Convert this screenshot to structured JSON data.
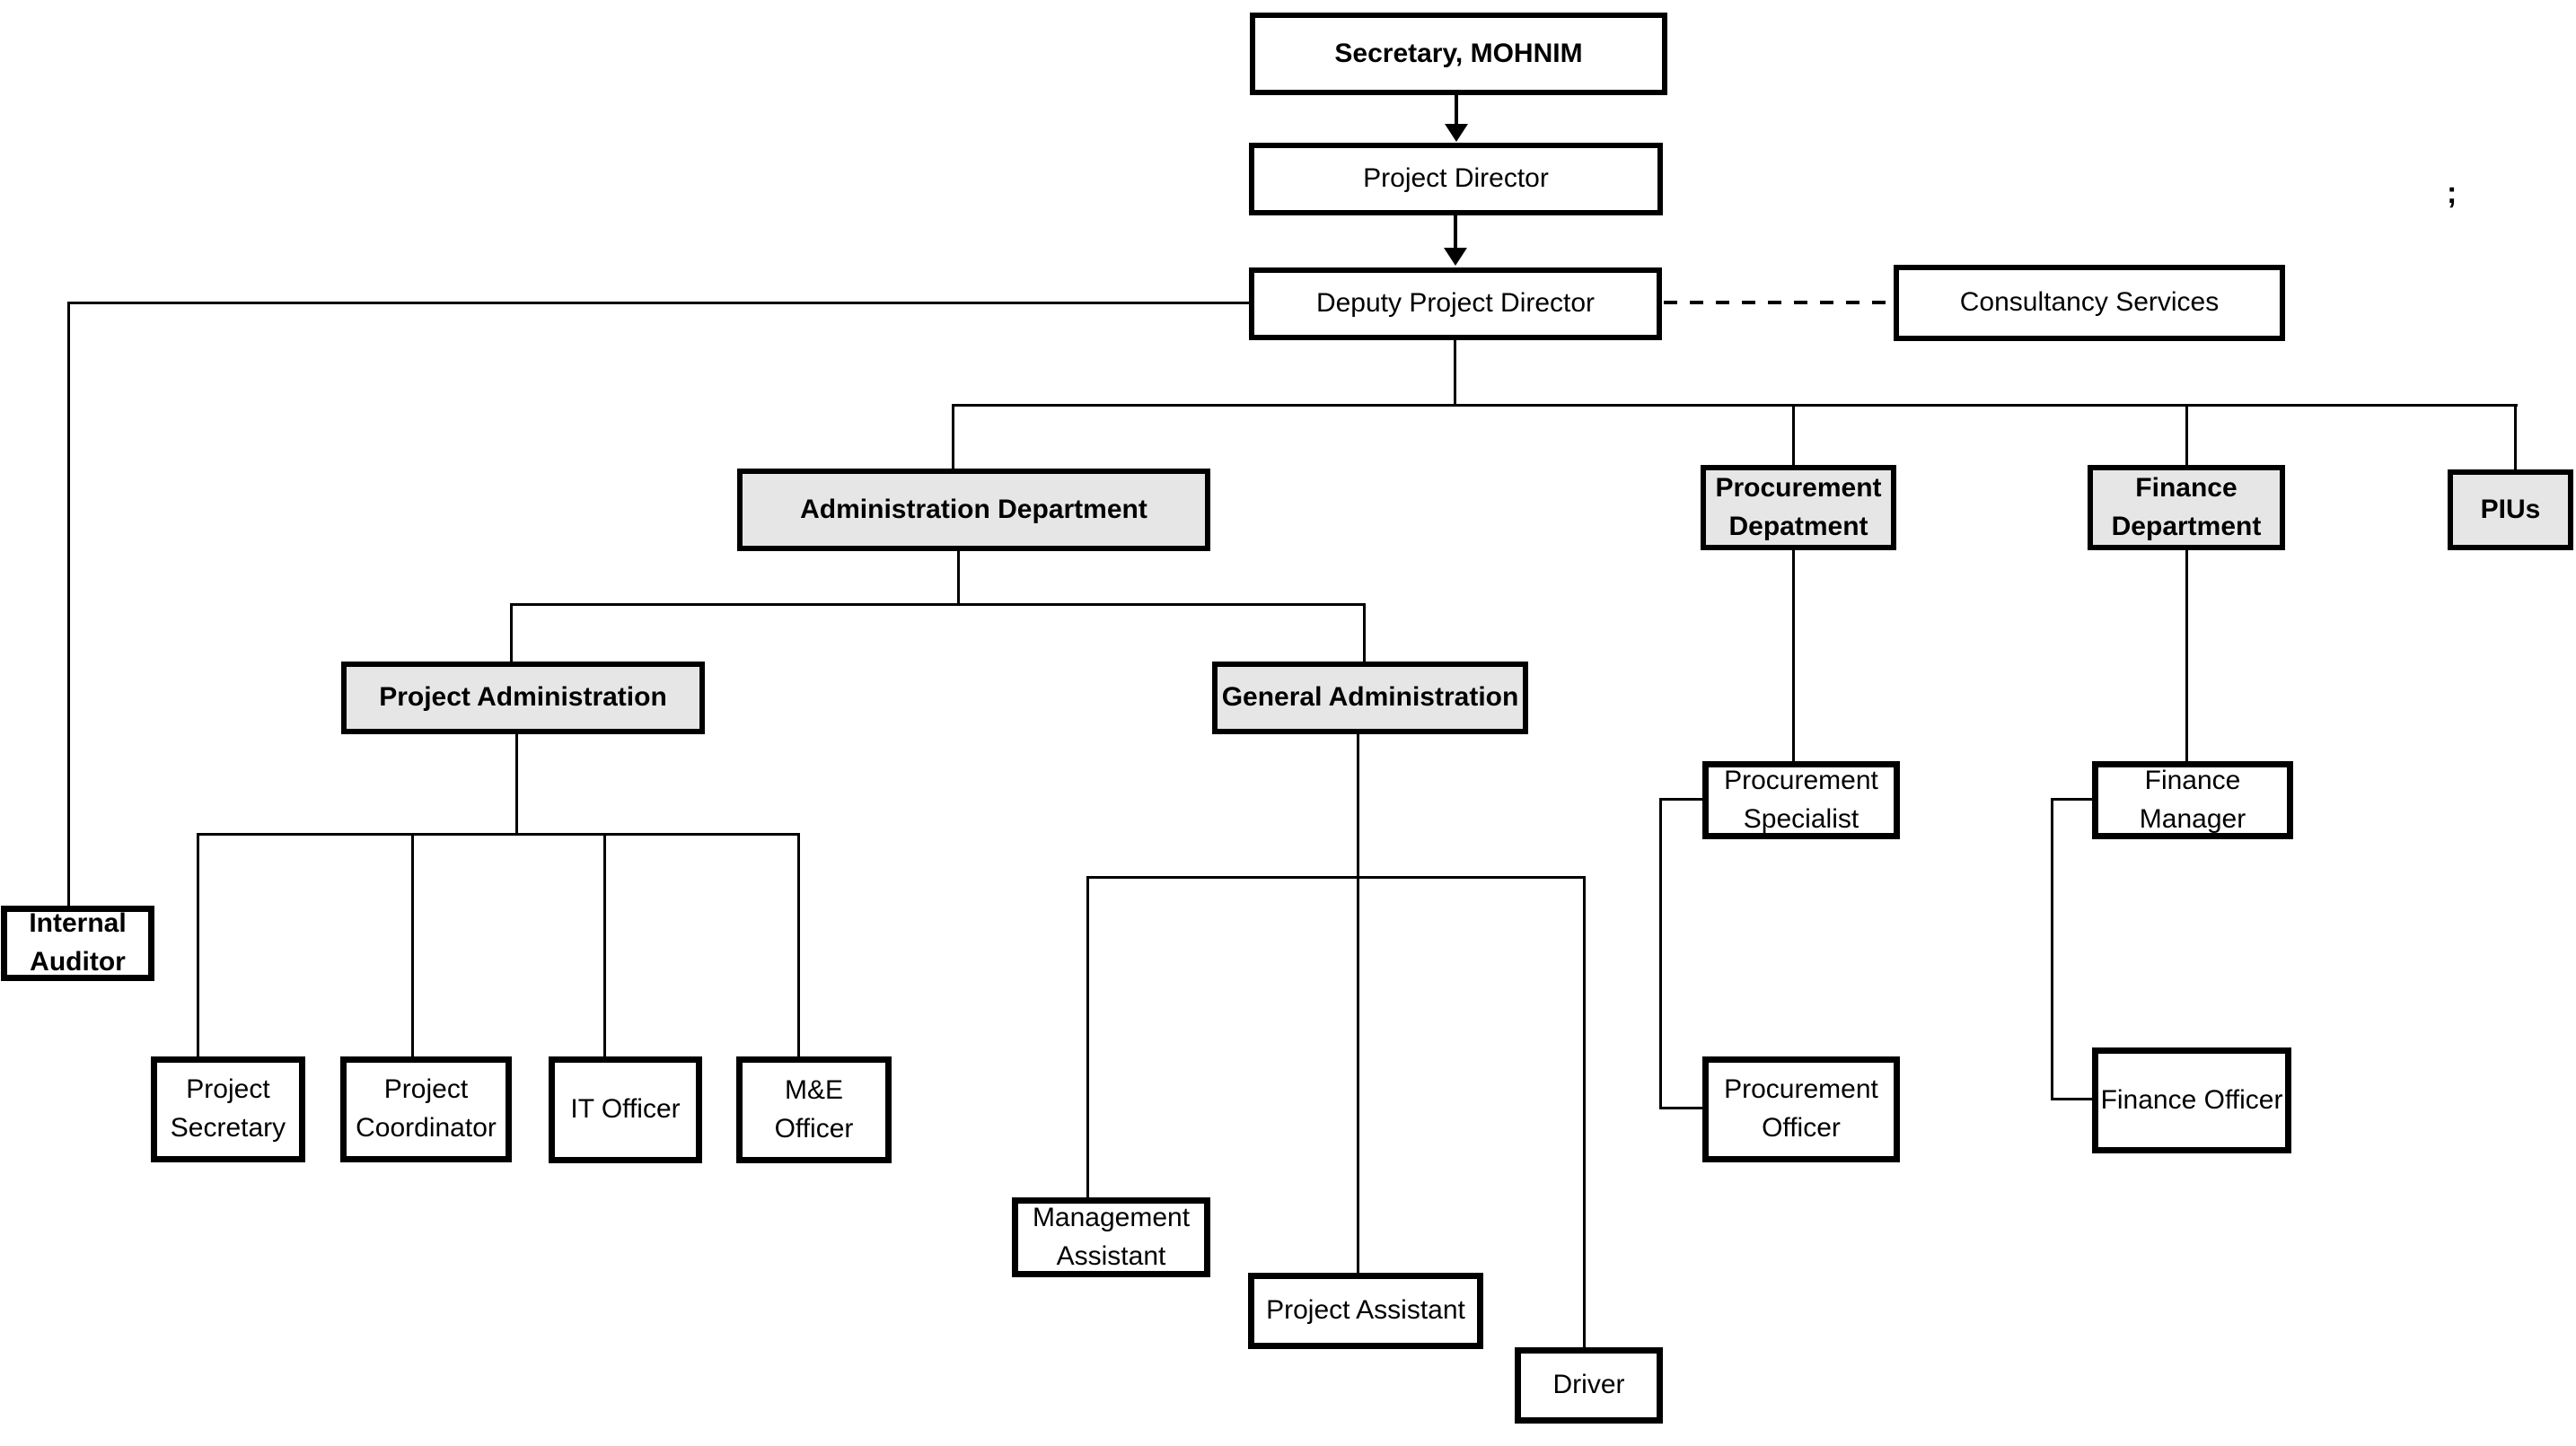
{
  "document_title": "Project organizational chart",
  "stray_character": ";",
  "colors": {
    "background": "#ffffff",
    "box_border": "#000000",
    "department_fill": "#e6e6e6",
    "staff_fill": "#ffffff",
    "line": "#000000",
    "text": "#000000"
  },
  "nodes": {
    "secretary": {
      "label": "Secretary, MOHNIM",
      "emphasis": "bold"
    },
    "project_director": {
      "label": "Project Director",
      "emphasis": "regular"
    },
    "deputy_project_director": {
      "label": "Deputy Project Director",
      "emphasis": "regular"
    },
    "consultancy_services": {
      "label": "Consultancy Services",
      "emphasis": "regular"
    },
    "administration_department": {
      "label": "Administration Department",
      "emphasis": "bold"
    },
    "procurement_department": {
      "label": "Procurement\nDepatment",
      "emphasis": "bold"
    },
    "finance_department": {
      "label": "Finance\nDepartment",
      "emphasis": "bold"
    },
    "pius": {
      "label": "PIUs",
      "emphasis": "bold"
    },
    "project_administration": {
      "label": "Project Administration",
      "emphasis": "bold"
    },
    "general_administration": {
      "label": "General Administration",
      "emphasis": "bold"
    },
    "internal_auditor": {
      "label": "Internal\nAuditor",
      "emphasis": "bold"
    },
    "project_secretary": {
      "label": "Project\nSecretary",
      "emphasis": "regular"
    },
    "project_coordinator": {
      "label": "Project\nCoordinator",
      "emphasis": "regular"
    },
    "it_officer": {
      "label": "IT Officer",
      "emphasis": "regular"
    },
    "me_officer": {
      "label": "M&E\nOfficer",
      "emphasis": "regular"
    },
    "management_assistant": {
      "label": "Management\nAssistant",
      "emphasis": "regular"
    },
    "project_assistant": {
      "label": "Project Assistant",
      "emphasis": "regular"
    },
    "driver": {
      "label": "Driver",
      "emphasis": "regular"
    },
    "procurement_specialist": {
      "label": "Procurement\nSpecialist",
      "emphasis": "regular"
    },
    "procurement_officer": {
      "label": "Procurement\nOfficer",
      "emphasis": "regular"
    },
    "finance_manager": {
      "label": "Finance\nManager",
      "emphasis": "regular"
    },
    "finance_officer": {
      "label": "Finance Officer",
      "emphasis": "regular"
    }
  },
  "edges": [
    {
      "from": "Secretary, MOHNIM",
      "to": "Project Director",
      "style": "solid-arrow"
    },
    {
      "from": "Project Director",
      "to": "Deputy Project Director",
      "style": "solid-arrow"
    },
    {
      "from": "Deputy Project Director",
      "to": "Consultancy Services",
      "style": "dashed"
    },
    {
      "from": "Deputy Project Director",
      "to": "Internal Auditor",
      "style": "solid"
    },
    {
      "from": "Deputy Project Director",
      "to": "Administration Department",
      "style": "solid"
    },
    {
      "from": "Deputy Project Director",
      "to": "Procurement Depatment",
      "style": "solid"
    },
    {
      "from": "Deputy Project Director",
      "to": "Finance Department",
      "style": "solid"
    },
    {
      "from": "Deputy Project Director",
      "to": "PIUs",
      "style": "solid"
    },
    {
      "from": "Administration Department",
      "to": "Project Administration",
      "style": "solid"
    },
    {
      "from": "Administration Department",
      "to": "General Administration",
      "style": "solid"
    },
    {
      "from": "Project Administration",
      "to": "Project Secretary",
      "style": "solid"
    },
    {
      "from": "Project Administration",
      "to": "Project Coordinator",
      "style": "solid"
    },
    {
      "from": "Project Administration",
      "to": "IT Officer",
      "style": "solid"
    },
    {
      "from": "Project Administration",
      "to": "M&E Officer",
      "style": "solid"
    },
    {
      "from": "General Administration",
      "to": "Management Assistant",
      "style": "solid"
    },
    {
      "from": "General Administration",
      "to": "Project Assistant",
      "style": "solid"
    },
    {
      "from": "General Administration",
      "to": "Driver",
      "style": "solid"
    },
    {
      "from": "Procurement Depatment",
      "to": "Procurement Specialist",
      "style": "solid"
    },
    {
      "from": "Procurement Specialist",
      "to": "Procurement Officer",
      "style": "solid-elbow-left"
    },
    {
      "from": "Finance Department",
      "to": "Finance Manager",
      "style": "solid"
    },
    {
      "from": "Finance Manager",
      "to": "Finance Officer",
      "style": "solid-elbow-left"
    }
  ]
}
